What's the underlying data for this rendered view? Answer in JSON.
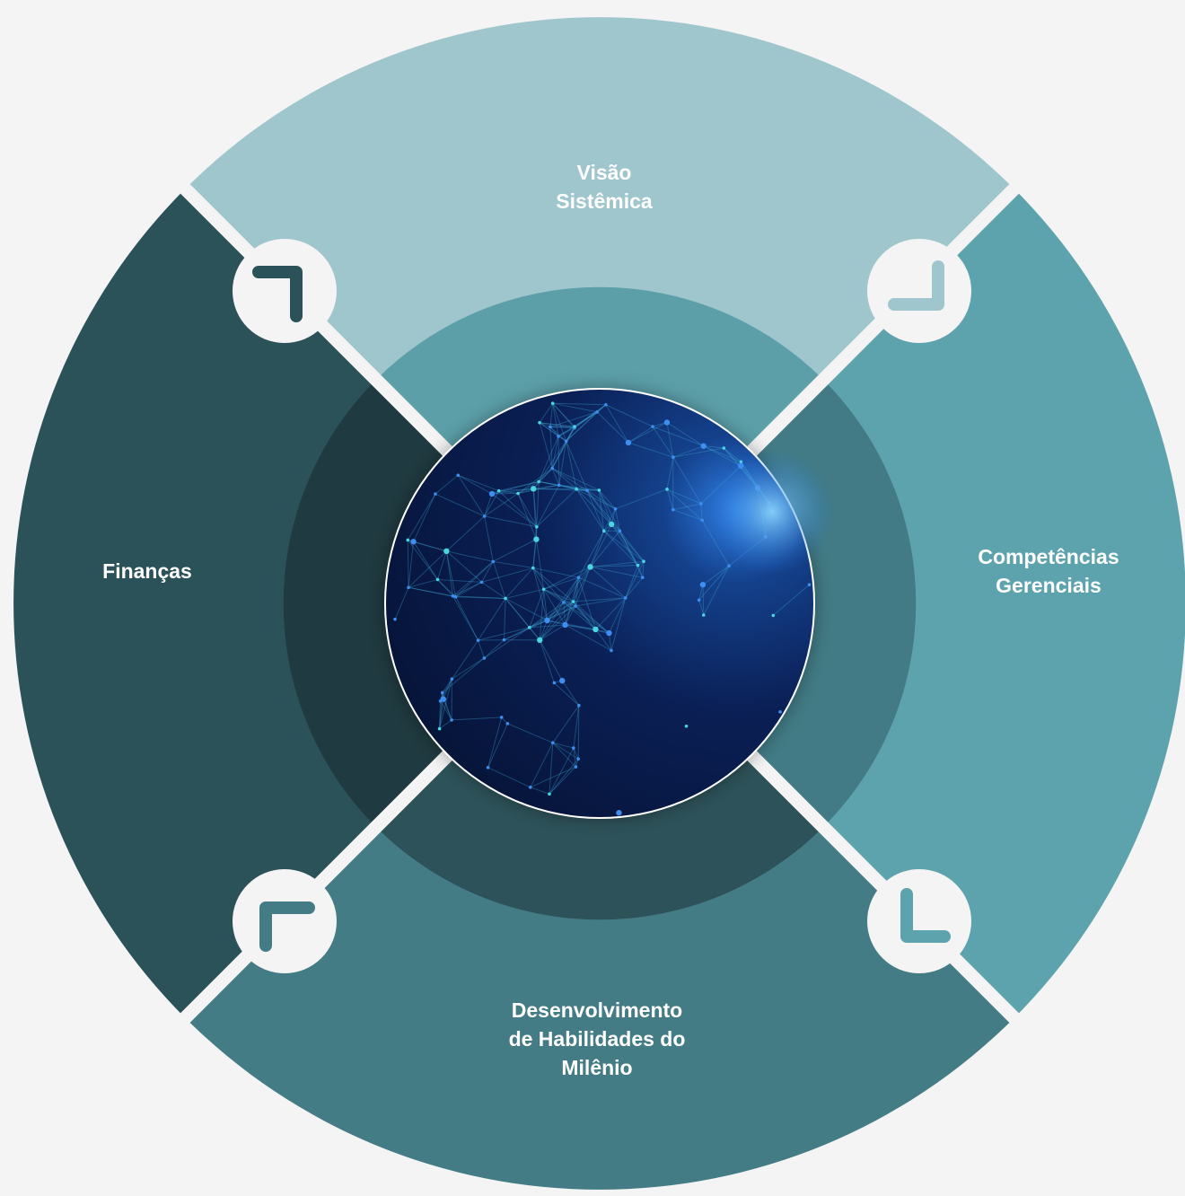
{
  "colors": {
    "background": "#f4f4f4",
    "top_segment": "#9fc6cd",
    "right_segment": "#5da3ad",
    "bottom_segment": "#447c86",
    "left_segment": "#2c5259",
    "icon_circle": "#f4f4f4"
  },
  "segments": {
    "top": {
      "lines": [
        "Visão",
        "Sistêmica"
      ],
      "icon": "corner-bracket-top-right-icon"
    },
    "right": {
      "lines": [
        "Competências",
        "Gerenciais"
      ],
      "icon": "corner-bracket-bottom-right-icon"
    },
    "bottom": {
      "lines": [
        "Desenvolvimento",
        "de Habilidades do",
        "Milênio"
      ],
      "icon": "corner-bracket-bottom-left-icon"
    },
    "left": {
      "lines": [
        "Finanças"
      ],
      "icon": "corner-bracket-top-left-icon"
    }
  },
  "center": {
    "icon": "network-globe-icon"
  }
}
